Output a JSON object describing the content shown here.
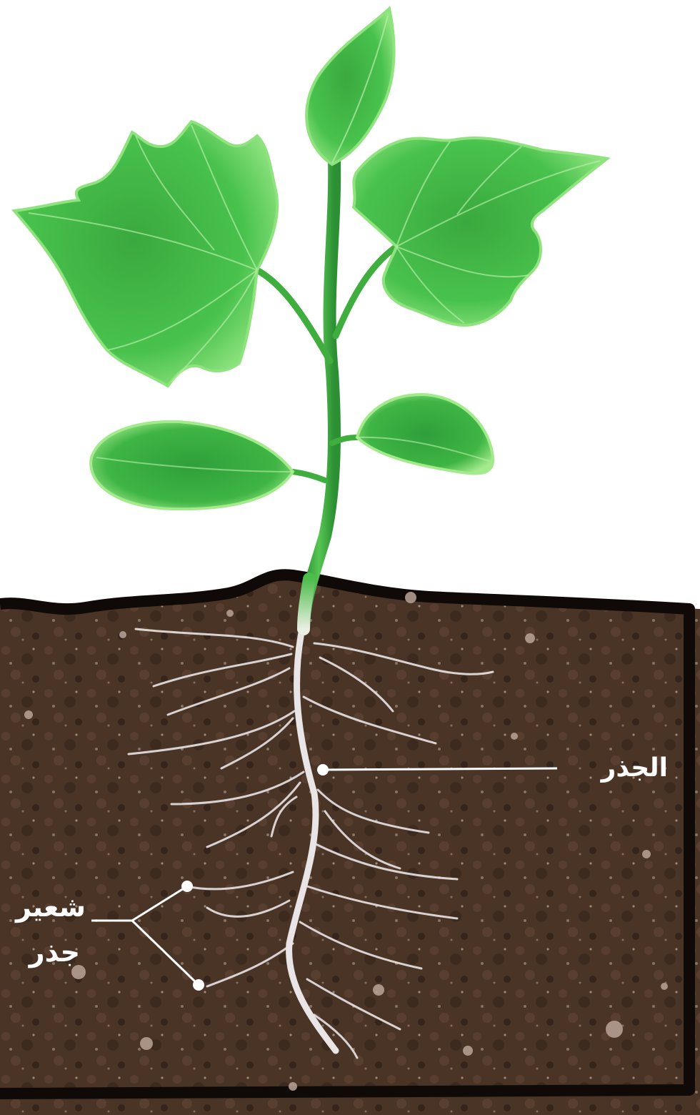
{
  "labels": {
    "root": "الجذر",
    "root_hair_line1": "شعير",
    "root_hair_line2": "جذر"
  },
  "colors": {
    "leaf_dark": "#2f9e3a",
    "leaf_mid": "#4cc54f",
    "leaf_light": "#8fe37f",
    "vein": "#b9f0a9",
    "stem": "#3fae3f",
    "soil": "#4a3426",
    "soil_dark": "#2b1d15",
    "soil_outline": "#0f0a07",
    "root": "#e9e4e6",
    "pointer": "#ffffff"
  }
}
